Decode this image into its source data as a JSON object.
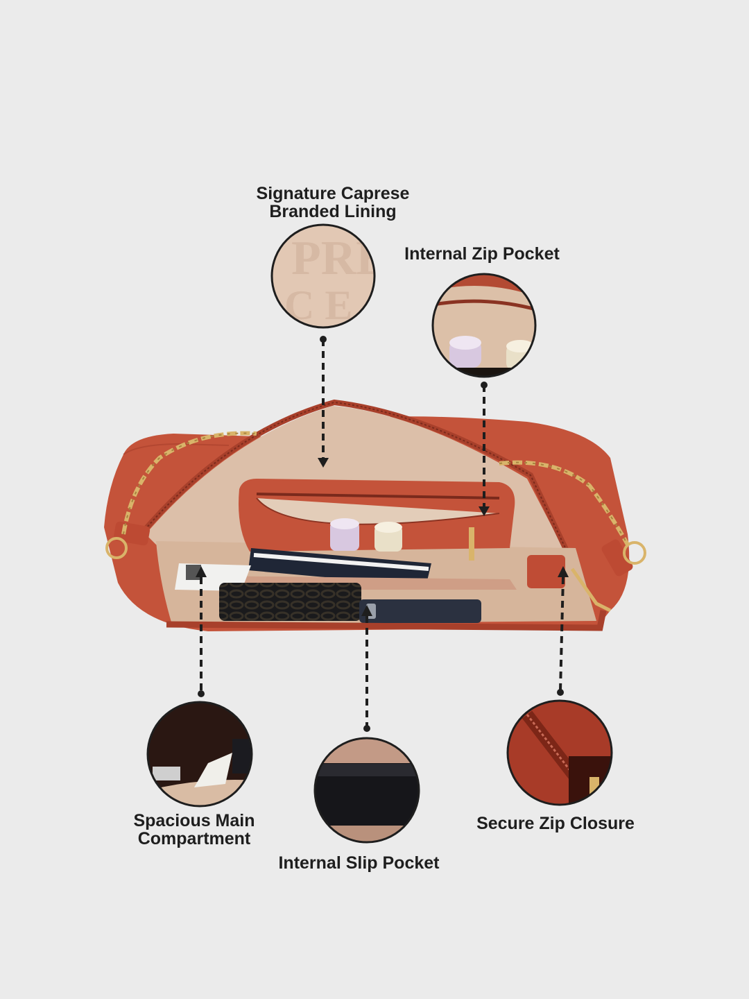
{
  "callouts": {
    "lining": {
      "line1": "Signature Caprese",
      "line2": "Branded Lining"
    },
    "zip_pocket": {
      "line1": "Internal Zip Pocket"
    },
    "main_compartment": {
      "line1": "Spacious Main",
      "line2": "Compartment"
    },
    "slip_pocket": {
      "line1": "Internal Slip Pocket"
    },
    "zip_closure": {
      "line1": "Secure Zip Closure"
    }
  },
  "colors": {
    "background": "#ebebeb",
    "leather": "#c4533a",
    "lining": "#dcbfa9",
    "label_text": "#1e1e1e"
  }
}
